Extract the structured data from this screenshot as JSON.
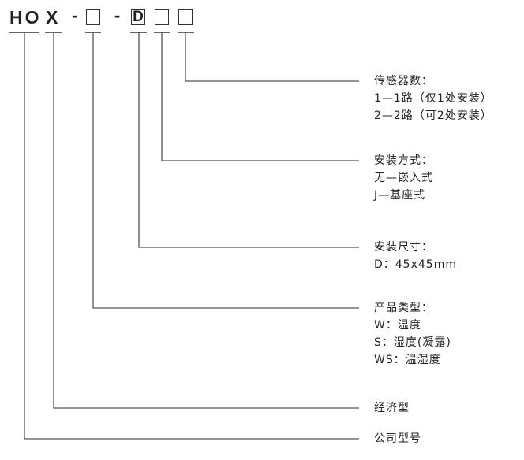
{
  "model_code": {
    "prefix": "HO",
    "series": "X",
    "dash1": "-",
    "dash2": "-",
    "size_letter": "D"
  },
  "legend": [
    {
      "id": "sensor-count",
      "lines": [
        "传感器数：",
        "1—1路（仅1处安装）",
        "2—2路（可2处安装）"
      ]
    },
    {
      "id": "mount-type",
      "lines": [
        "安装方式：",
        "无—嵌入式",
        "J—基座式"
      ]
    },
    {
      "id": "mount-size",
      "lines": [
        "安装尺寸：",
        "D：45x45mm"
      ]
    },
    {
      "id": "product-type",
      "lines": [
        "产品类型：",
        "W：温度",
        "S：湿度(凝露)",
        "WS：温湿度"
      ]
    },
    {
      "id": "economy",
      "lines": [
        "经济型"
      ]
    },
    {
      "id": "company-model",
      "lines": [
        "公司型号"
      ]
    }
  ]
}
